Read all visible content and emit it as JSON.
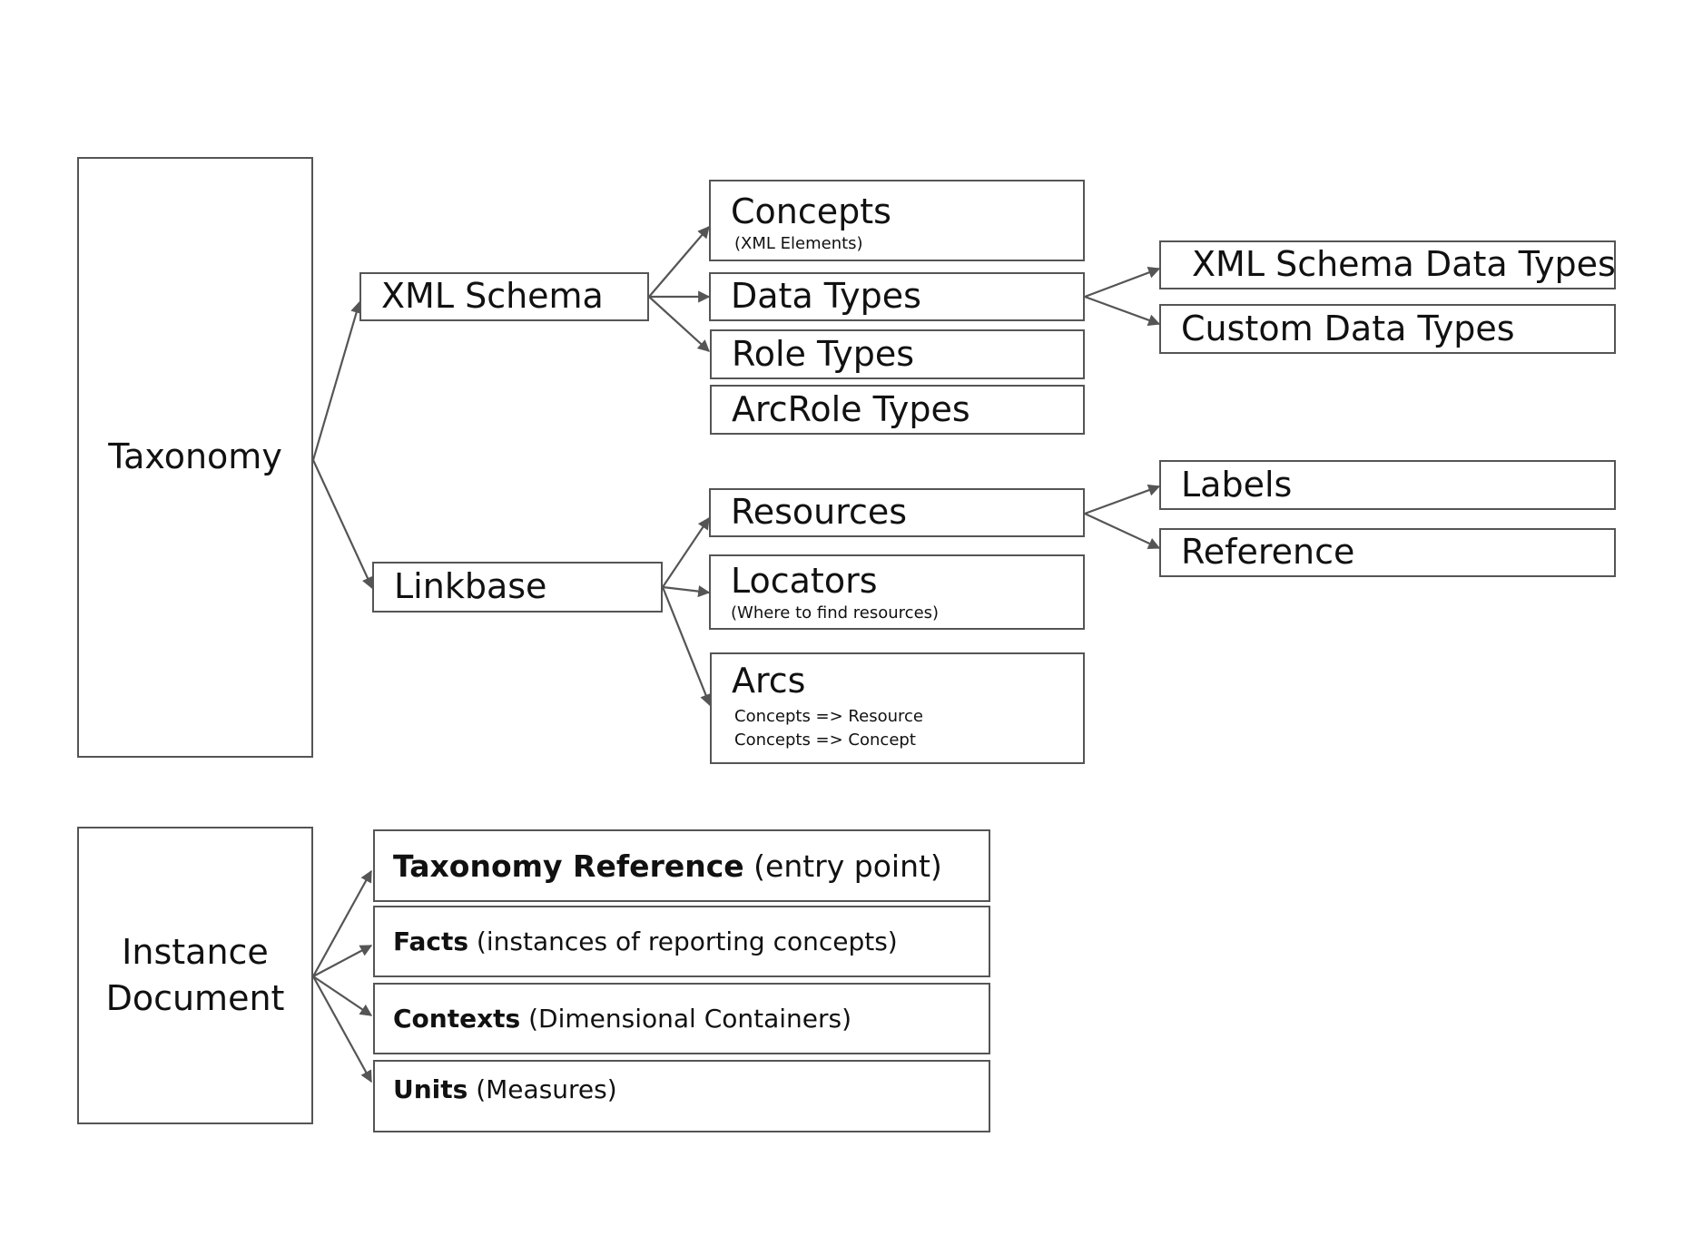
{
  "taxonomy": {
    "root": "Taxonomy",
    "xml_schema": {
      "label": "XML Schema",
      "children": {
        "concepts": {
          "label": "Concepts",
          "note": "(XML Elements)"
        },
        "data_types": {
          "label": "Data Types"
        },
        "role_types": {
          "label": "Role Types"
        },
        "arcrole_types": {
          "label": "ArcRole Types"
        }
      },
      "data_type_children": {
        "xml_schema_data_types": "XML Schema Data Types",
        "custom_data_types": "Custom Data Types"
      }
    },
    "linkbase": {
      "label": "Linkbase",
      "children": {
        "resources": {
          "label": "Resources"
        },
        "locators": {
          "label": "Locators",
          "note": "(Where to find resources)"
        },
        "arcs": {
          "label": "Arcs",
          "note_1": "Concepts => Resource",
          "note_2": "Concepts => Concept"
        }
      },
      "resource_children": {
        "labels": "Labels",
        "reference": "Reference"
      }
    }
  },
  "instance_document": {
    "root_line_1": "Instance",
    "root_line_2": "Document",
    "items": [
      {
        "bold": "Taxonomy Reference",
        "rest": " (entry point)"
      },
      {
        "bold": "Facts",
        "rest": " (instances of reporting concepts)"
      },
      {
        "bold": "Contexts",
        "rest": " (Dimensional Containers)"
      },
      {
        "bold": "Units",
        "rest": " (Measures)"
      }
    ]
  },
  "colors": {
    "line": "#555555",
    "text": "#111111",
    "background": "#ffffff"
  }
}
